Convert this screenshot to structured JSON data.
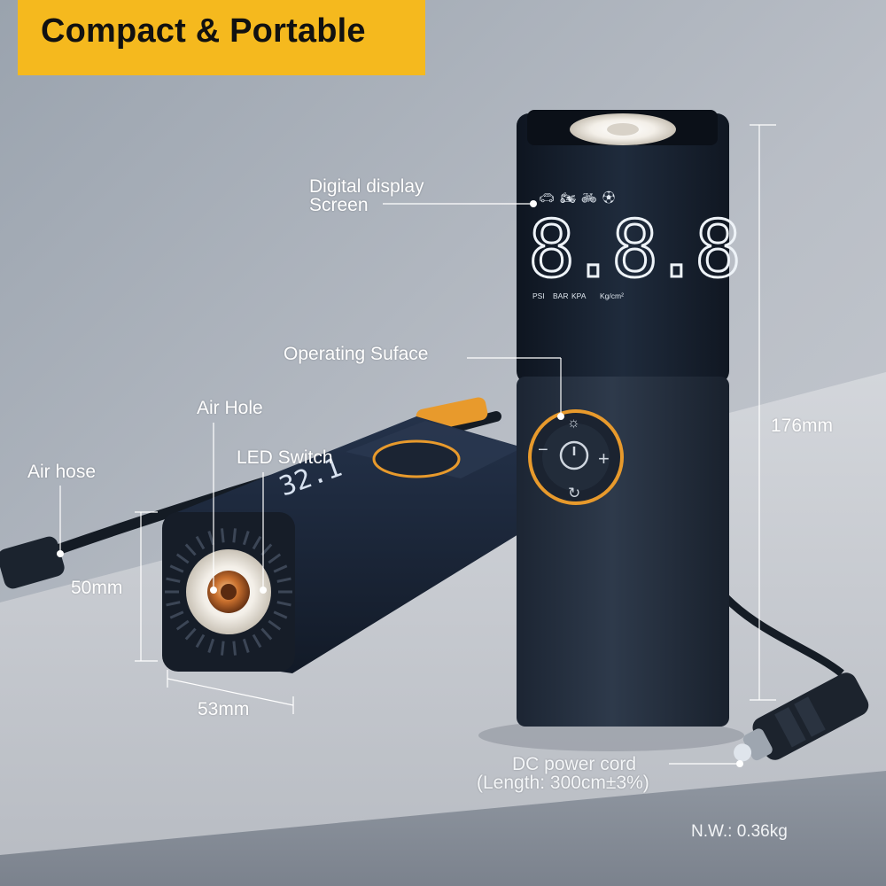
{
  "banner": {
    "title": "Compact & Portable",
    "color": "#f5b91e"
  },
  "display": {
    "readout": "8.8.8",
    "units": [
      "PSI",
      "BAR",
      "KPA",
      "Kg/cm²"
    ],
    "mode_icons": [
      "car-icon",
      "motorcycle-icon",
      "bicycle-icon",
      "ball-icon"
    ]
  },
  "side_display": {
    "readout": "32.1"
  },
  "controls": {
    "minus": "−",
    "plus": "+",
    "power_icon": "power-icon",
    "light_icon": "light-icon",
    "cycle_icon": "cycle-icon"
  },
  "callouts": {
    "digital_display": {
      "line1": "Digital display",
      "line2": "Screen"
    },
    "operating_surface": "Operating Suface",
    "air_hole": "Air Hole",
    "led_switch": "LED Switch",
    "air_hose": "Air hose",
    "dc_cord": {
      "line1": "DC power cord",
      "line2": "(Length: 300cm±3%)"
    }
  },
  "dimensions": {
    "height": "176mm",
    "side_height": "50mm",
    "side_width": "53mm"
  },
  "weight": "N.W.: 0.36kg",
  "colors": {
    "accent": "#e89a2c",
    "body": "#1d2735",
    "table": "#c9cdd3"
  }
}
